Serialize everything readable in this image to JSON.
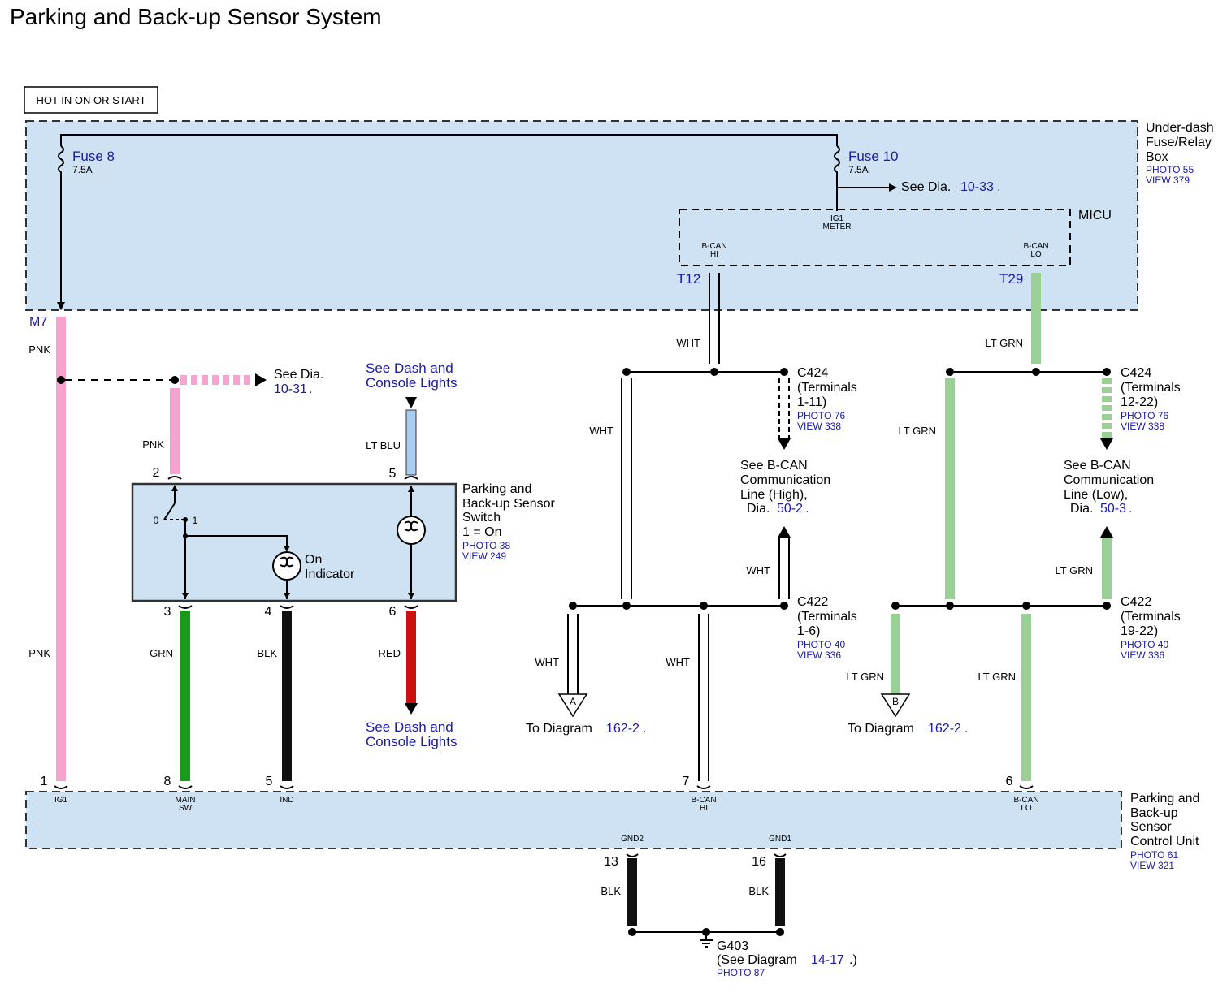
{
  "title": "Parking and Back-up Sensor System",
  "hot_label": "HOT IN ON OR START",
  "fuse_box": {
    "name_lines": [
      "Under-dash",
      "Fuse/Relay",
      "Box"
    ],
    "photo": "PHOTO 55",
    "view": "VIEW 379"
  },
  "fuse8": {
    "name": "Fuse 8",
    "rating": "7.5A",
    "terminal": "M7"
  },
  "fuse10": {
    "name": "Fuse 10",
    "rating": "7.5A",
    "see_prefix": "See Dia.",
    "see_ref": "10-33",
    "see_suffix": "."
  },
  "micu": {
    "name": "MICU",
    "ig1_lines": [
      "IG1",
      "METER"
    ],
    "bcan_hi_lines": [
      "B-CAN",
      "HI"
    ],
    "bcan_lo_lines": [
      "B-CAN",
      "LO"
    ],
    "t12": "T12",
    "t29": "T29"
  },
  "see_10_31": {
    "line1": "See Dia.",
    "ref": "10-31",
    "suffix": "."
  },
  "dash_top": {
    "line1": "See Dash and",
    "line2": "Console Lights"
  },
  "dash_bottom": {
    "line1": "See Dash and",
    "line2": "Console Lights"
  },
  "switch": {
    "name_lines": [
      "Parking and",
      "Back-up Sensor",
      "Switch",
      "1 = On"
    ],
    "photo": "PHOTO 38",
    "view": "VIEW 249",
    "pos0": "0",
    "pos1": "1",
    "indicator_lines": [
      "On",
      "Indicator"
    ],
    "pins": {
      "p2": "2",
      "p3": "3",
      "p4": "4",
      "p5": "5",
      "p6": "6"
    }
  },
  "wires": {
    "pnk": "PNK",
    "grn": "GRN",
    "blk": "BLK",
    "ltblu": "LT BLU",
    "red": "RED",
    "wht": "WHT",
    "ltgrn": "LT GRN"
  },
  "c424_hi": {
    "name": "C424",
    "terms_lines": [
      "(Terminals",
      "1-11)"
    ],
    "photo": "PHOTO 76",
    "view": "VIEW 338"
  },
  "c424_lo": {
    "name": "C424",
    "terms_lines": [
      "(Terminals",
      "12-22)"
    ],
    "photo": "PHOTO 76",
    "view": "VIEW 338"
  },
  "c422_hi": {
    "name": "C422",
    "terms_lines": [
      "(Terminals",
      "1-6)"
    ],
    "photo": "PHOTO 40",
    "view": "VIEW 336"
  },
  "c422_lo": {
    "name": "C422",
    "terms_lines": [
      "(Terminals",
      "19-22)"
    ],
    "photo": "PHOTO 40",
    "view": "VIEW 336"
  },
  "bcan_high_ref": {
    "lines": [
      "See B-CAN",
      "Communication",
      "Line (High),"
    ],
    "dia_prefix": "Dia.",
    "ref": "50-2",
    "suffix": "."
  },
  "bcan_low_ref": {
    "lines": [
      "See B-CAN",
      "Communication",
      "Line (Low),"
    ],
    "dia_prefix": "Dia.",
    "ref": "50-3",
    "suffix": "."
  },
  "to_a": {
    "letter": "A",
    "prefix": "To Diagram",
    "ref": "162-2",
    "suffix": "."
  },
  "to_b": {
    "letter": "B",
    "prefix": "To Diagram",
    "ref": "162-2",
    "suffix": "."
  },
  "control_unit": {
    "name_lines": [
      "Parking and",
      "Back-up",
      "Sensor",
      "Control Unit"
    ],
    "photo": "PHOTO 61",
    "view": "VIEW 321",
    "pins": {
      "p1": "1",
      "p8": "8",
      "p5": "5",
      "p7": "7",
      "p6": "6",
      "p13": "13",
      "p16": "16"
    },
    "ig1": "IG1",
    "main_sw_lines": [
      "MAIN",
      "SW"
    ],
    "ind": "IND",
    "bcan_hi_lines": [
      "B-CAN",
      "HI"
    ],
    "bcan_lo_lines": [
      "B-CAN",
      "LO"
    ],
    "gnd2": "GND2",
    "gnd1": "GND1"
  },
  "ground": {
    "name": "G403",
    "prefix": "(See Diagram",
    "ref": "14-17",
    "suffix": ".)",
    "photo": "PHOTO 87"
  },
  "colors": {
    "pnk": "#f5a3cf",
    "grn": "#1a9a1a",
    "blk": "#111111",
    "ltblu": "#a9cdf0",
    "red": "#cc0f0f",
    "ltgrn": "#9acf95",
    "box": "#cfe2f3",
    "ref_blue": "#1a1aa8"
  }
}
